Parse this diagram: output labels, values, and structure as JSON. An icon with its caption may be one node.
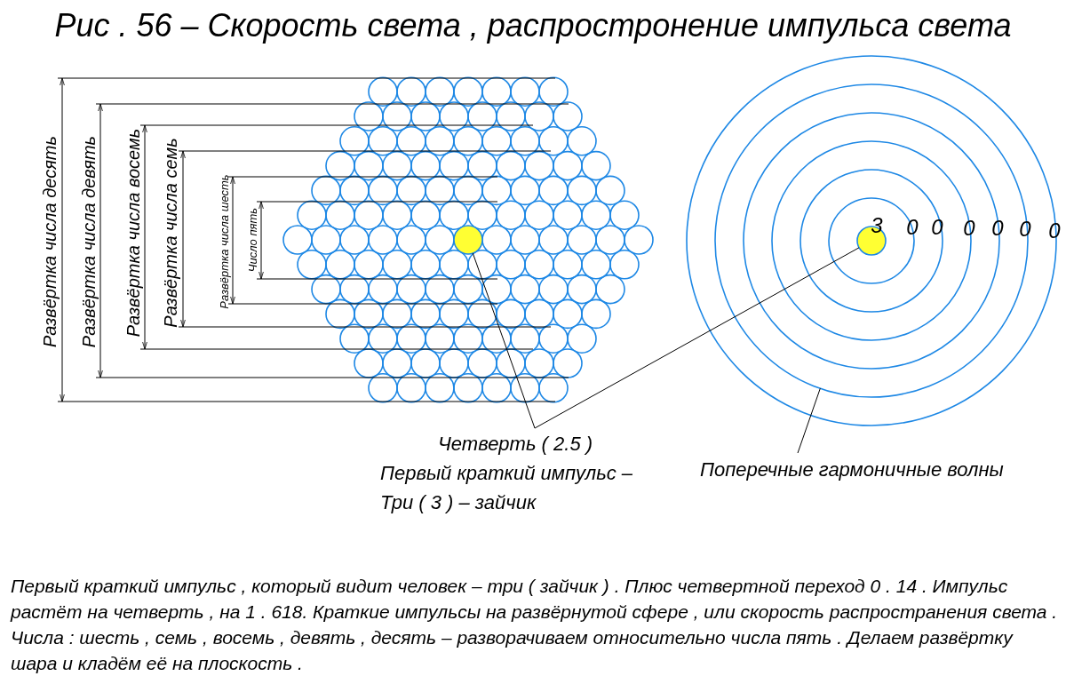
{
  "diagram": {
    "title": "Рис . 56 – Скорость света , распростронение импульса света",
    "caption": "Первый краткий импульс , который видит человек – три ( зайчик ) . Плюс четвертной переход 0 . 14 . Импульс растёт на четверть , на 1 . 618. Краткие импульсы на развёрнутой сфере , или скорость распространения света . Числа : шесть , семь , восемь , девять , десять – разворачиваем относительно числа пять . Делаем развёртку шара и кладём её на плоскость .",
    "nodes": [
      {
        "text": [],
        "shape": "circle"
      },
      {
        "text": [],
        "shape": "circle",
        "in": 2
      },
      {
        "text": [],
        "shape": "circle"
      },
      {
        "text": [
          "Четверть ( 2.5 )",
          "Первый краткий импульс – Три ( 3 ) – зайчик"
        ]
      },
      {
        "text": [
          "Поперечные гармоничные волны"
        ]
      }
    ],
    "edges": [
      {
        "from": 3,
        "to": 0,
        "arrow": "none"
      },
      {
        "from": 3,
        "to": 1,
        "arrow": "none"
      },
      {
        "from": 4,
        "to": 2,
        "arrow": "none"
      }
    ],
    "labels": [
      "Развёртка числа десять",
      "Развёртка числа девять",
      "Развёртка числа восемь",
      "Развёртка числа семь",
      "Развёртка числа шесть",
      "Число пять",
      "3",
      "0",
      "0",
      "0",
      "0",
      "0",
      "0"
    ]
  }
}
